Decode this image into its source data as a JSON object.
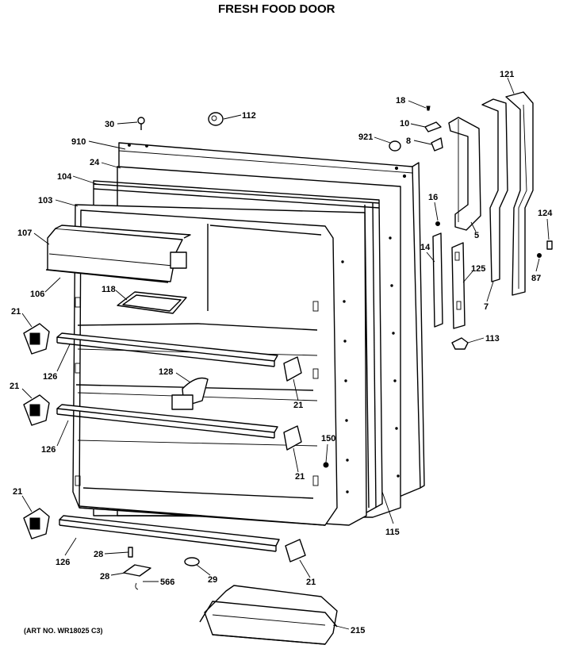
{
  "title": "FRESH FOOD DOOR",
  "art_number": "(ART NO. WR18025 C3)",
  "callouts": {
    "c30": "30",
    "c112": "112",
    "c910": "910",
    "c24": "24",
    "c104": "104",
    "c103": "103",
    "c107": "107",
    "c106": "106",
    "c118": "118",
    "c21a": "21",
    "c126a": "126",
    "c128": "128",
    "c21b": "21",
    "c21c": "21",
    "c126b": "126",
    "c21d": "21",
    "c150": "150",
    "c21e": "21",
    "c126c": "126",
    "c28a": "28",
    "c28b": "28",
    "c566": "566",
    "c29": "29",
    "c21f": "21",
    "c115": "115",
    "c215": "215",
    "c18": "18",
    "c10": "10",
    "c921": "921",
    "c8": "8",
    "c16": "16",
    "c5": "5",
    "c14": "14",
    "c125": "125",
    "c121": "121",
    "c124": "124",
    "c87": "87",
    "c7": "7",
    "c113": "113"
  }
}
